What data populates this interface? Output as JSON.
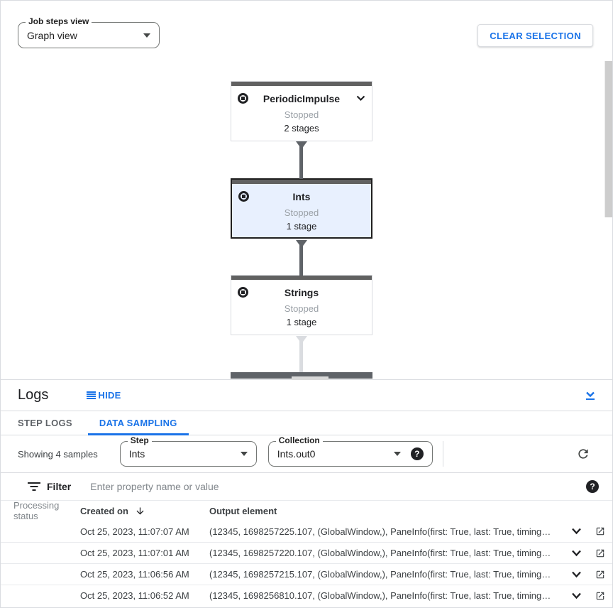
{
  "header": {
    "steps_view_label": "Job steps view",
    "steps_view_value": "Graph view",
    "clear_selection_label": "CLEAR SELECTION"
  },
  "graph": {
    "nodes": [
      {
        "title": "PeriodicImpulse",
        "status": "Stopped",
        "stages": "2 stages",
        "selected": false,
        "expandable": true
      },
      {
        "title": "Ints",
        "status": "Stopped",
        "stages": "1 stage",
        "selected": true,
        "expandable": false
      },
      {
        "title": "Strings",
        "status": "Stopped",
        "stages": "1 stage",
        "selected": false,
        "expandable": false
      }
    ]
  },
  "logs": {
    "title": "Logs",
    "hide_label": "HIDE",
    "tabs": [
      {
        "label": "STEP LOGS",
        "active": false
      },
      {
        "label": "DATA SAMPLING",
        "active": true
      }
    ],
    "toolbar": {
      "showing_text": "Showing 4 samples",
      "step_label": "Step",
      "step_value": "Ints",
      "collection_label": "Collection",
      "collection_value": "Ints.out0"
    },
    "filter": {
      "label": "Filter",
      "placeholder": "Enter property name or value"
    },
    "table": {
      "columns": {
        "status": "Processing status",
        "created": "Created on",
        "output": "Output element"
      },
      "rows": [
        {
          "created": "Oct 25, 2023, 11:07:07 AM",
          "output": "(12345, 1698257225.107, (GlobalWindow,), PaneInfo(first: True, last: True, timing…"
        },
        {
          "created": "Oct 25, 2023, 11:07:01 AM",
          "output": "(12345, 1698257220.107, (GlobalWindow,), PaneInfo(first: True, last: True, timing…"
        },
        {
          "created": "Oct 25, 2023, 11:06:56 AM",
          "output": "(12345, 1698257215.107, (GlobalWindow,), PaneInfo(first: True, last: True, timing…"
        },
        {
          "created": "Oct 25, 2023, 11:06:52 AM",
          "output": "(12345, 1698256810.107, (GlobalWindow,), PaneInfo(first: True, last: True, timing…"
        }
      ]
    }
  },
  "icons": {
    "help_glyph": "?"
  },
  "colors": {
    "accent": "#1a73e8",
    "selected_node_bg": "#e8f0fe",
    "node_topbar": "#616161",
    "status_text": "#9aa0a6",
    "edge_dark": "#5f6368",
    "edge_light": "#dadce0"
  }
}
